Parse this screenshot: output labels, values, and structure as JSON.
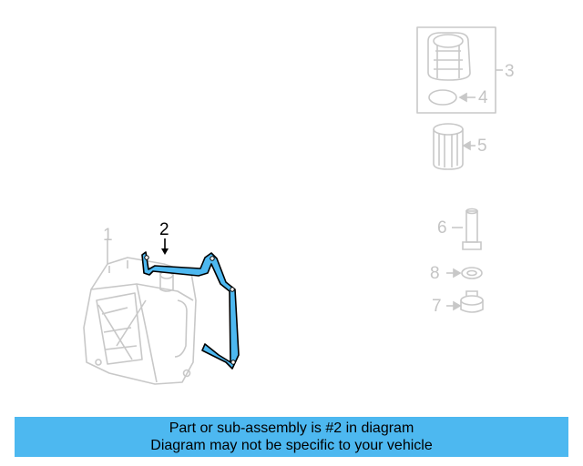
{
  "diagram": {
    "callouts": {
      "c1": "1",
      "c2": "2",
      "c3": "3",
      "c4": "4",
      "c5": "5",
      "c6": "6",
      "c7": "7",
      "c8": "8"
    },
    "colors": {
      "highlight": "#4db8f0",
      "highlight_outline": "#000000",
      "faded_line": "#c8c8c8",
      "banner_bg": "#4db8f0"
    },
    "highlighted_part": "2"
  },
  "banner": {
    "line1": "Part or sub-assembly is #2 in diagram",
    "line2": "Diagram may not be specific to your vehicle"
  }
}
